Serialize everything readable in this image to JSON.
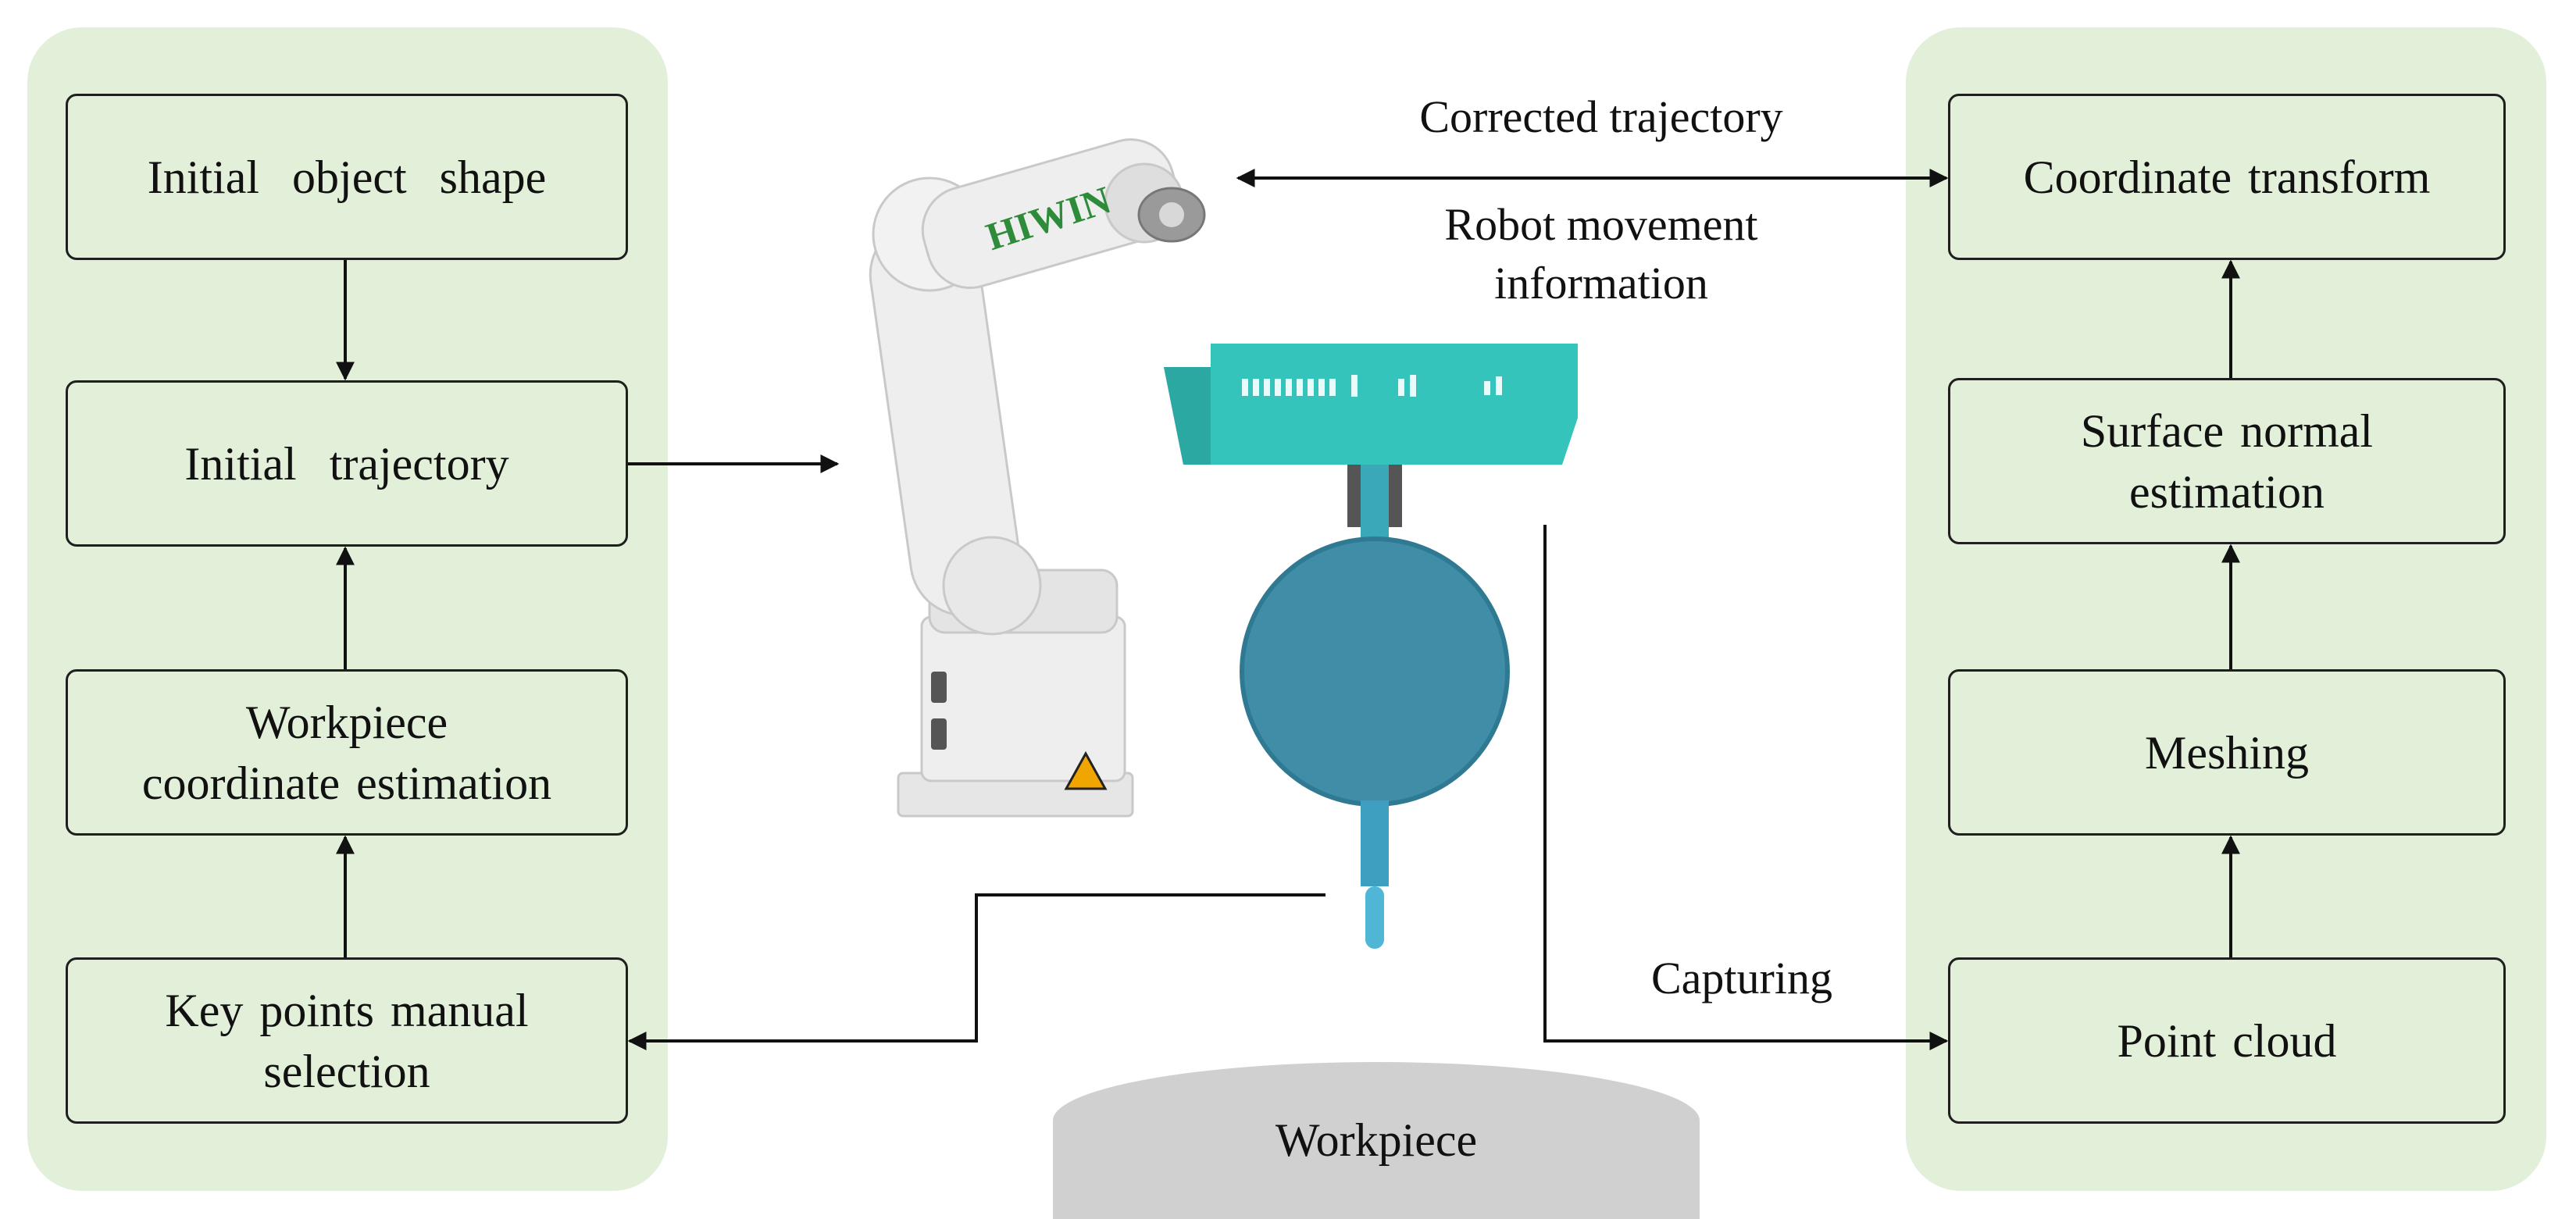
{
  "left_panel": {
    "initial_object_shape": "Initial  object  shape",
    "initial_trajectory": "Initial  trajectory",
    "workpiece_coordinate_estimation": "Workpiece\ncoordinate estimation",
    "key_points_manual_selection": "Key points manual\nselection"
  },
  "right_panel": {
    "coordinate_transform": "Coordinate transform",
    "surface_normal_estimation": "Surface normal\nestimation",
    "meshing": "Meshing",
    "point_cloud": "Point cloud"
  },
  "center": {
    "corrected_trajectory": "Corrected trajectory",
    "robot_movement_information": "Robot movement\ninformation",
    "capturing": "Capturing",
    "workpiece": "Workpiece",
    "robot_brand": "HIWIN"
  },
  "colors": {
    "panel_fill": "#e2efd9",
    "box_border": "#1f1f1f",
    "sensor_teal": "#34c4bc",
    "sensor_blue": "#3f8da6",
    "workpiece_gray": "#d0d0d0",
    "robot_white": "#eeeeee",
    "brand_green": "#2e8b3a"
  }
}
